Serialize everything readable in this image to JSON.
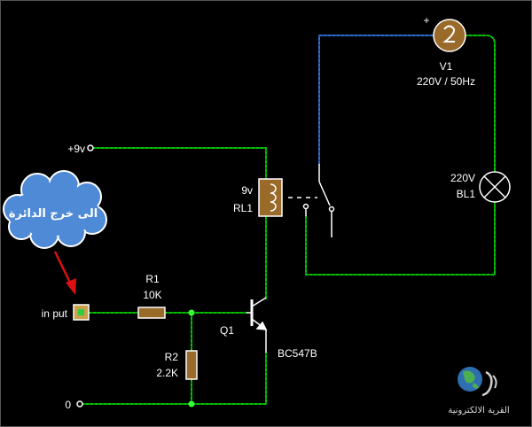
{
  "labels": {
    "supply_plus": "+9v",
    "ground": "0",
    "input": "in put",
    "r1_name": "R1",
    "r1_value": "10K",
    "r2_name": "R2",
    "r2_value": "2.2K",
    "q1_name": "Q1",
    "q1_part": "BC547B",
    "relay_voltage": "9v",
    "relay_name": "RL1",
    "source_name": "V1",
    "source_rating": "220V / 50Hz",
    "source_polarity": "+",
    "lamp_voltage": "220V",
    "lamp_name": "BL1"
  },
  "callout": {
    "text": "الى خرج الدائرة"
  },
  "logo": {
    "text": "القرية الالكترونية"
  },
  "colors": {
    "background": "#000000",
    "wire_green": "#00c400",
    "wire_blue": "#2f6fd6",
    "component_fill": "#9a6a2a",
    "component_stroke": "#ffffff",
    "junction": "#33ff33",
    "arrow": "#dd1111",
    "callout_cloud": "#4f8ad6"
  }
}
